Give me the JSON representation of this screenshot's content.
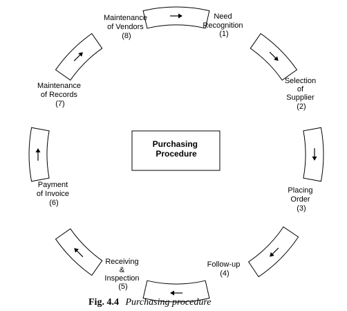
{
  "center": {
    "lines": [
      "Purchasing",
      "Procedure"
    ]
  },
  "steps": [
    {
      "lines": [
        "Need",
        "Recognition",
        "(1)"
      ]
    },
    {
      "lines": [
        "Selection",
        "of",
        "Supplier",
        "(2)"
      ]
    },
    {
      "lines": [
        "Placing",
        "Order",
        "(3)"
      ]
    },
    {
      "lines": [
        "Follow-up",
        "(4)"
      ]
    },
    {
      "lines": [
        "Receiving",
        "&",
        "Inspection",
        "(5)"
      ]
    },
    {
      "lines": [
        "Payment",
        "of Invoice",
        "(6)"
      ]
    },
    {
      "lines": [
        "Maintenance",
        "of Records",
        "(7)"
      ]
    },
    {
      "lines": [
        "Maintenance",
        "of Vendors",
        "(8)"
      ]
    }
  ],
  "caption": {
    "label": "Fig. 4.4",
    "title": "Purchasing procedure"
  }
}
